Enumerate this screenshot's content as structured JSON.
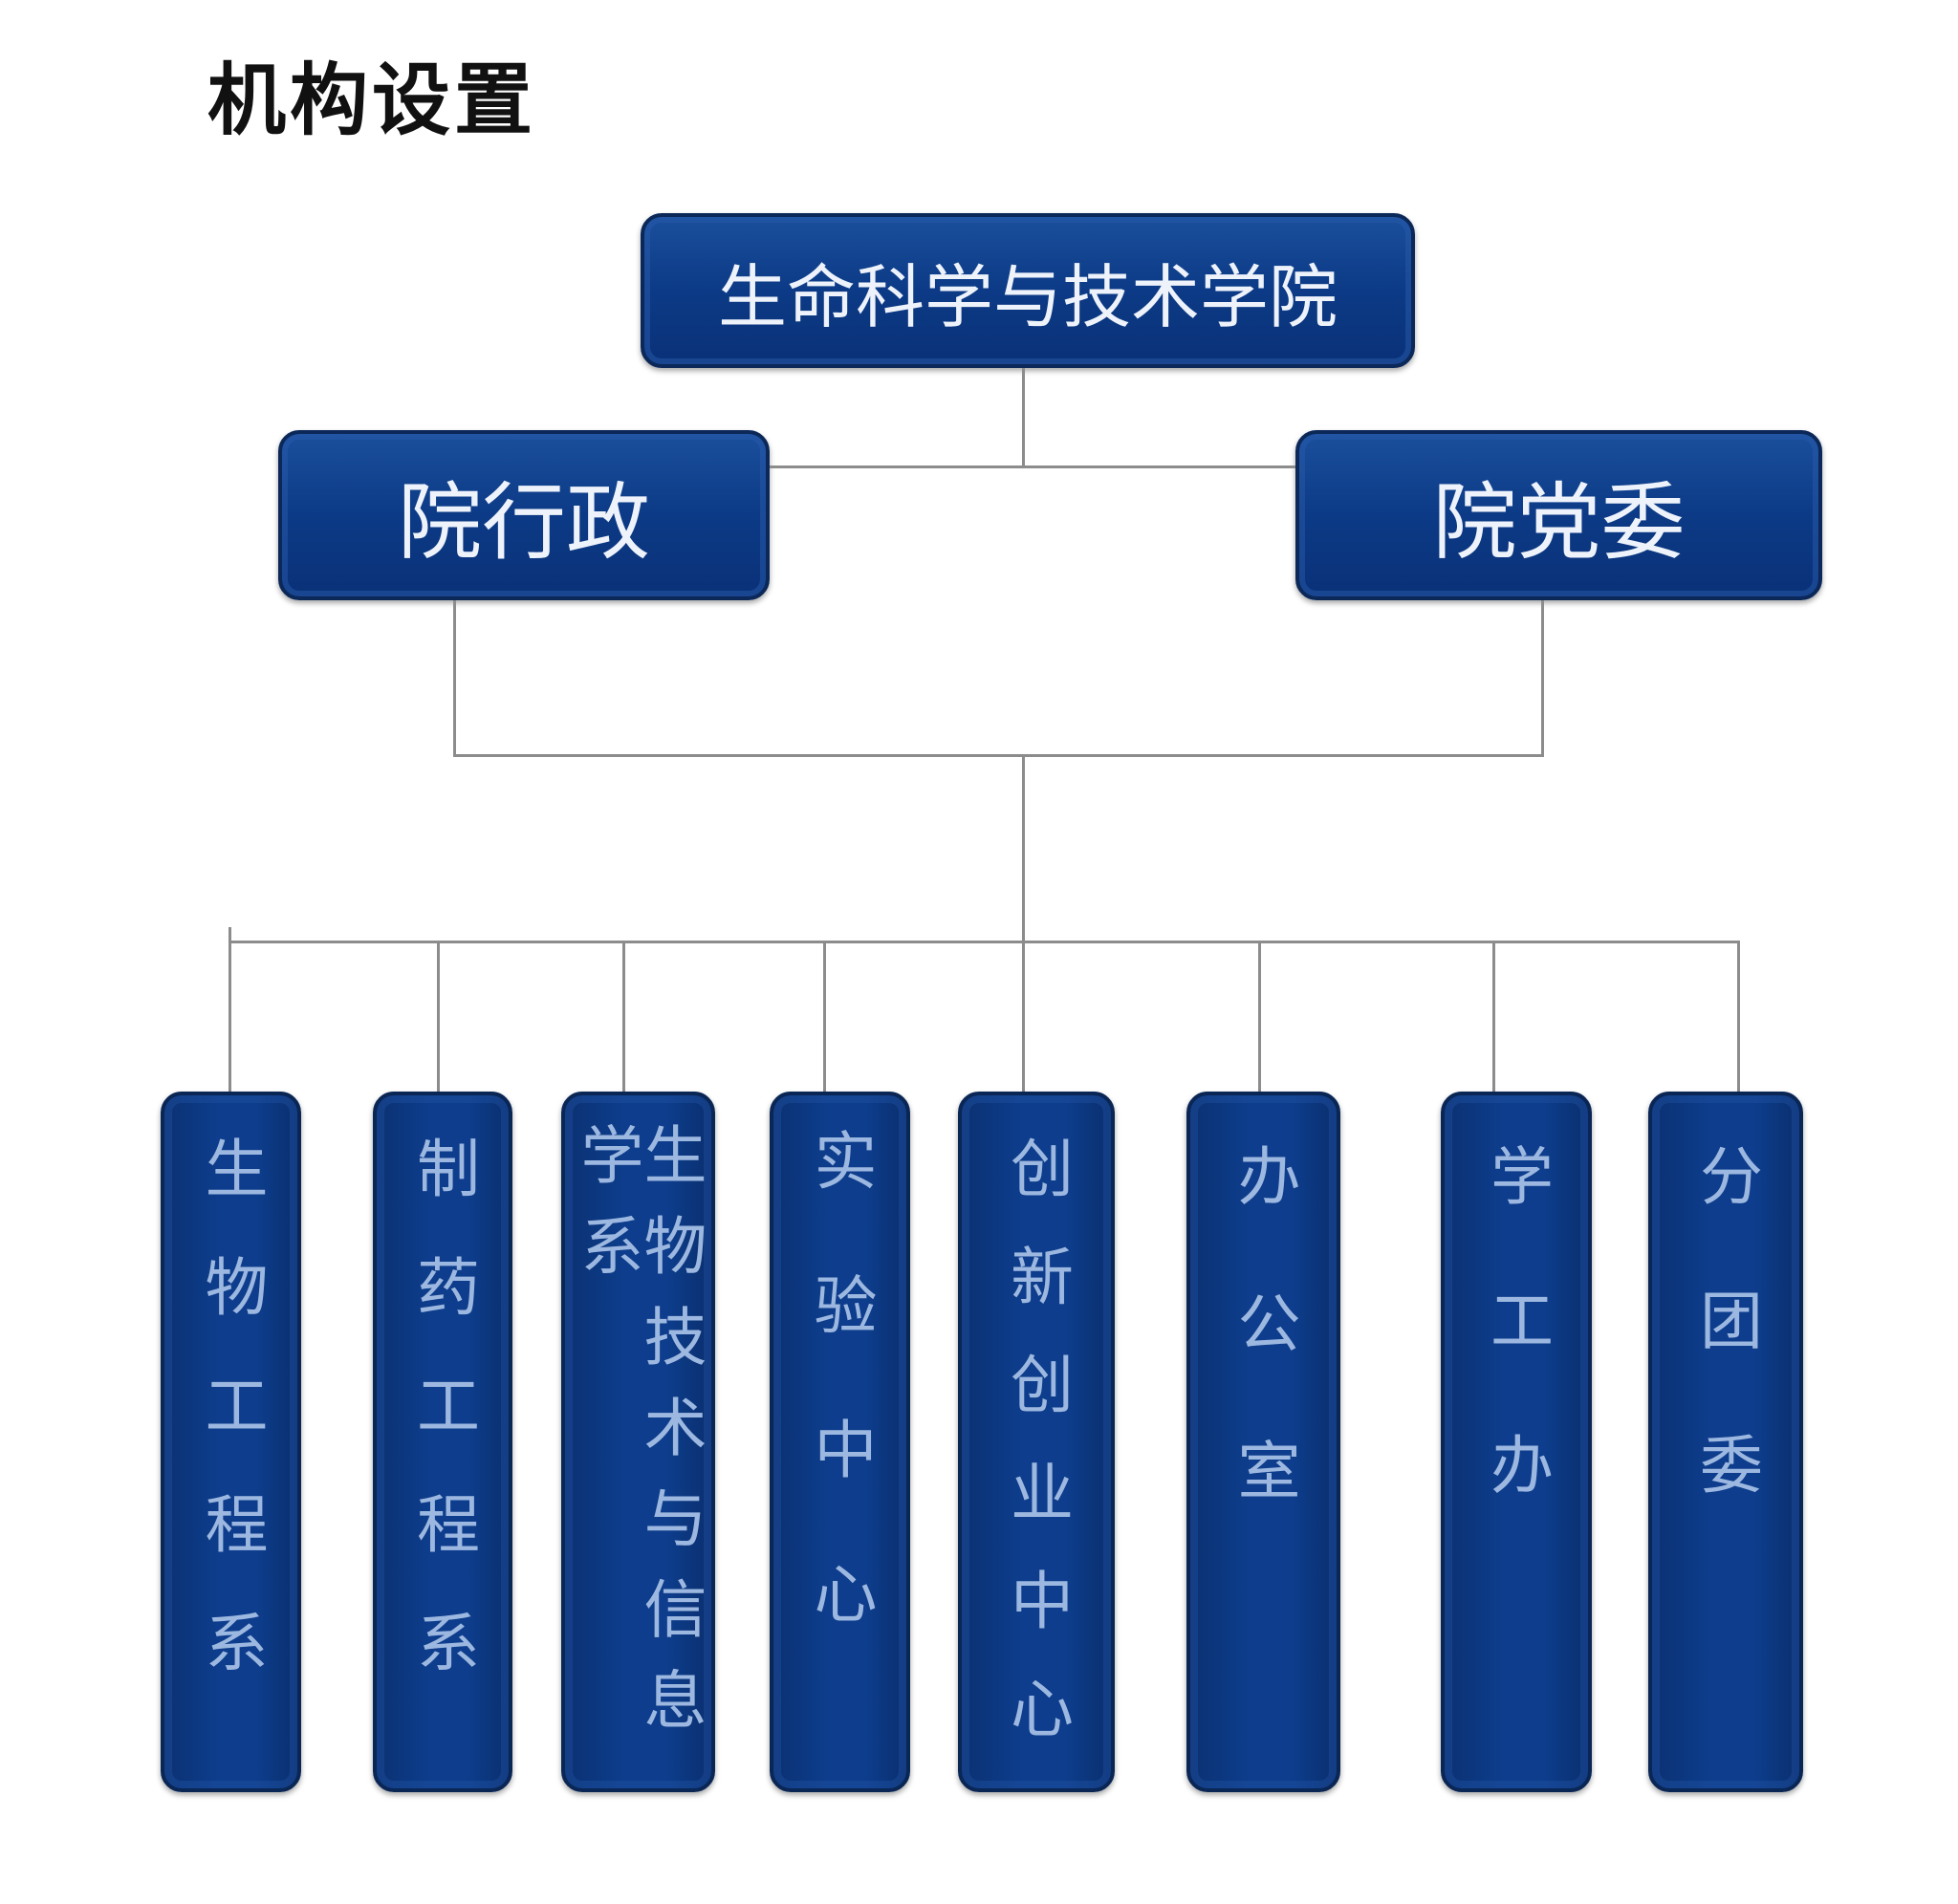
{
  "title": "机构设置",
  "root": "生命科学与技术学院",
  "branches": [
    "院行政",
    "院党委"
  ],
  "units": [
    "生物工程系",
    "制药工程系",
    "生物技术与信息学系",
    "实验中心",
    "创新创业中心",
    "办公室",
    "学工办",
    "分团委"
  ],
  "colors": {
    "box": "#0d3d8c",
    "text": "#9db8e0",
    "line": "#8c8c8c"
  }
}
